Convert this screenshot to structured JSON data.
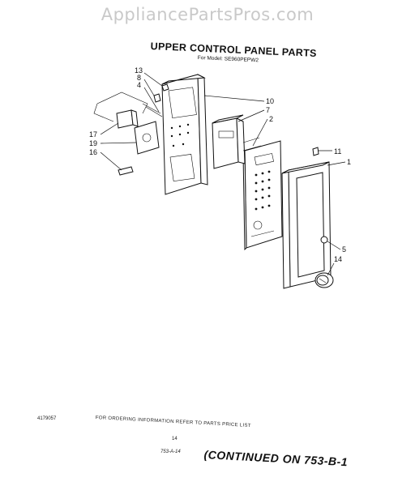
{
  "watermark": "AppliancePartsPros.com",
  "title": "UPPER CONTROL PANEL PARTS",
  "subtitle": "For Model: SE960PEPW2",
  "callouts": [
    "13",
    "8",
    "4",
    "17",
    "19",
    "16",
    "10",
    "7",
    "2",
    "11",
    "1",
    "5",
    "14"
  ],
  "footer": {
    "doc_number": "4179057",
    "ordering_note": "FOR ORDERING INFORMATION REFER TO PARTS PRICE LIST",
    "page_number": "14",
    "ref_code": "753-A-14",
    "continued": "(CONTINUED ON 753-B-1"
  }
}
